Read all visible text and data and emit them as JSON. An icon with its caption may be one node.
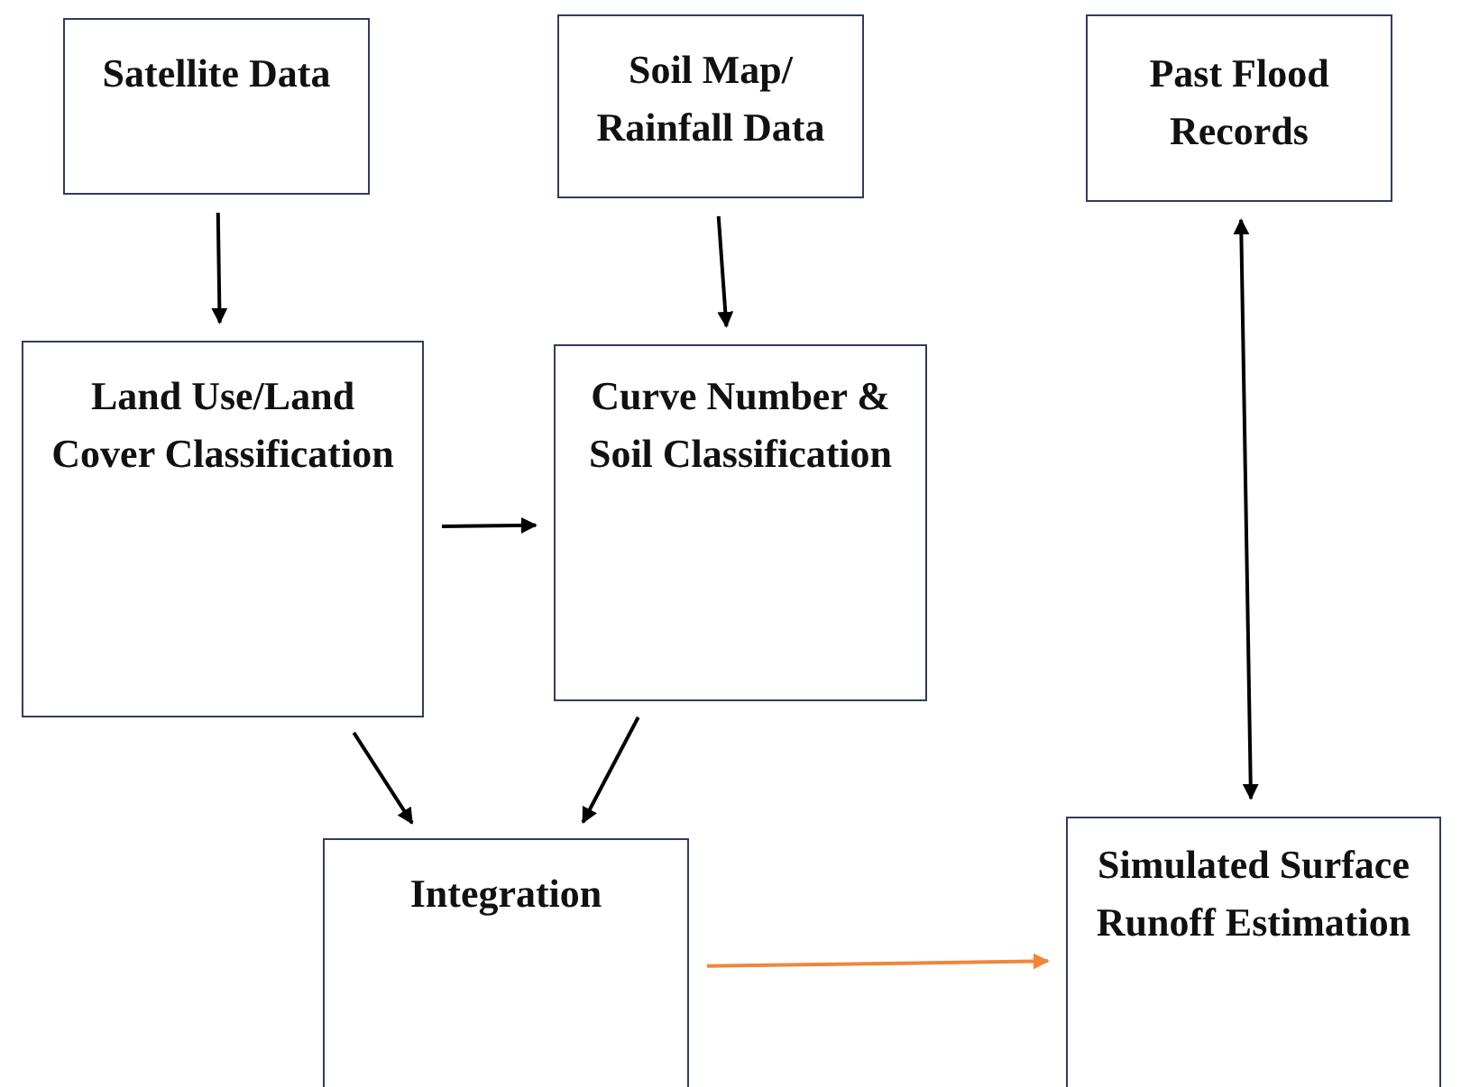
{
  "diagram": {
    "nodes": [
      {
        "text": [
          "Satellite Data"
        ]
      },
      {
        "text": [
          "Soil Map/ Rainfall Data"
        ]
      },
      {
        "text": [
          "Past Flood Records"
        ]
      },
      {
        "text": [
          "Land Use/Land Cover Classification"
        ]
      },
      {
        "text": [
          "Curve Number & Soil Classification"
        ]
      },
      {
        "text": [
          "Integration"
        ]
      },
      {
        "text": [
          "Simulated Surface Runoff Estimation"
        ]
      }
    ],
    "edges": [
      {
        "from": 0,
        "to": 3,
        "arrow": "to"
      },
      {
        "from": 1,
        "to": 4,
        "arrow": "to"
      },
      {
        "from": 3,
        "to": 4,
        "arrow": "to"
      },
      {
        "from": 3,
        "to": 5,
        "arrow": "to"
      },
      {
        "from": 4,
        "to": 5,
        "arrow": "to"
      },
      {
        "from": 5,
        "to": 6,
        "arrow": "to",
        "color": "#f0863a"
      },
      {
        "from": 2,
        "to": 6,
        "arrow": "both"
      }
    ]
  }
}
